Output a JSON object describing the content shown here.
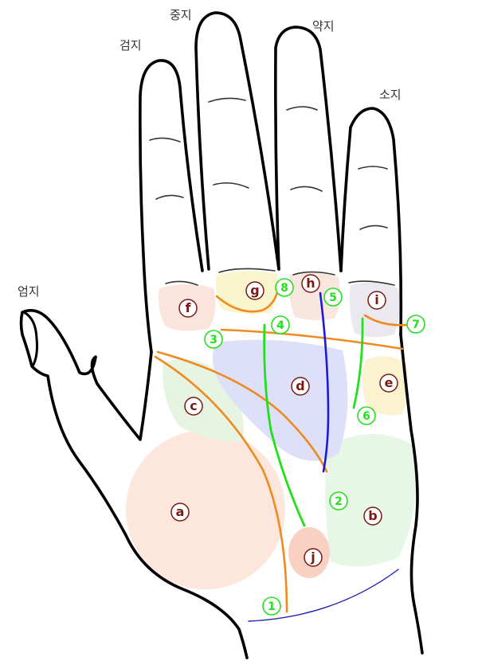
{
  "colors": {
    "outline": "#000000",
    "orange_line": "#ef8a1e",
    "green_line": "#22e01c",
    "blue_line": "#1a1ad8",
    "thin_blue_line": "#2020b0",
    "zone_letter": "#7a1a12",
    "zone_a": "#fde6dc",
    "zone_b": "#e6f7e6",
    "zone_c": "#e7f4e2",
    "zone_d": "#dde0f8",
    "zone_e": "#fbf3cf",
    "zone_f": "#fbe4db",
    "zone_g": "#fbf5cf",
    "zone_h": "#f9e6de",
    "zone_i": "#ece8ef",
    "zone_j": "#f9d1c2"
  },
  "fingers": {
    "thumb": "엄지",
    "index": "검지",
    "middle": "중지",
    "ring": "약지",
    "little": "소지"
  },
  "zones": {
    "a": "a",
    "b": "b",
    "c": "c",
    "d": "d",
    "e": "e",
    "f": "f",
    "g": "g",
    "h": "h",
    "i": "i",
    "j": "j"
  },
  "lines": {
    "l1": "1",
    "l2": "2",
    "l3": "3",
    "l4": "4",
    "l5": "5",
    "l6": "6",
    "l7": "7",
    "l8": "8"
  }
}
